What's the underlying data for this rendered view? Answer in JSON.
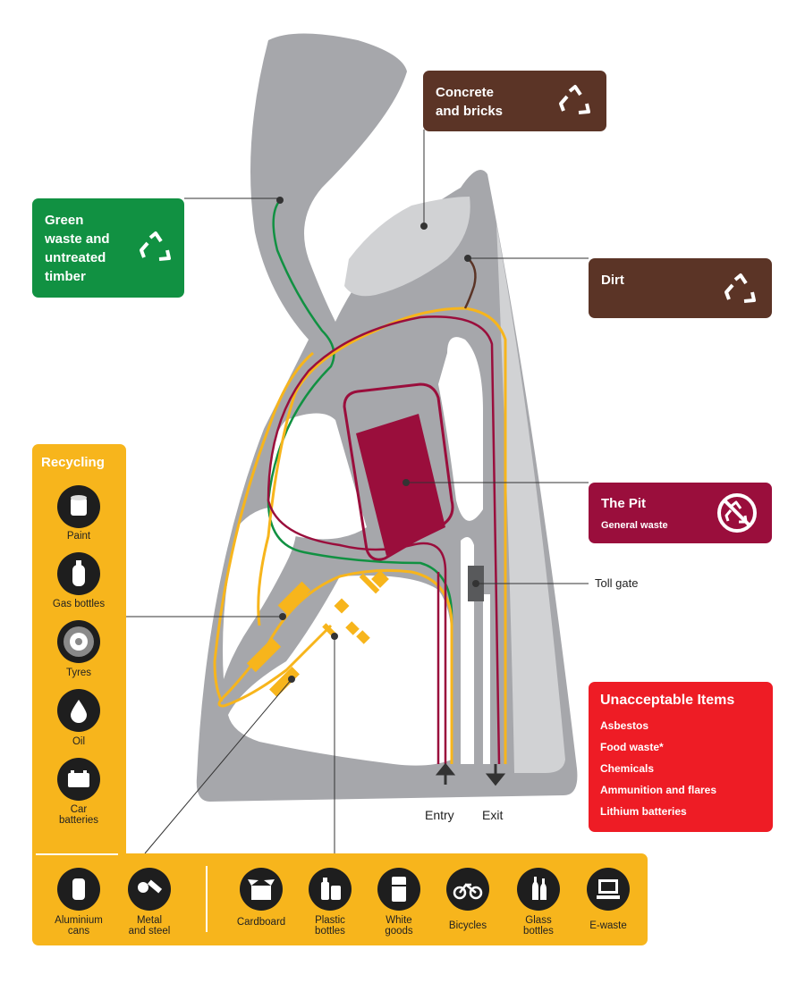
{
  "colors": {
    "road": "#a6a7ab",
    "land": "#d1d2d4",
    "brown": "#5b3426",
    "green": "#119142",
    "pit": "#9a0e3c",
    "yellow": "#f7b51c",
    "red": "#ee1c25"
  },
  "areas": {
    "concrete": {
      "title": "Concrete\nand bricks",
      "icon": "recycle-icon"
    },
    "green_waste": {
      "title": "Green\nwaste and\nuntreated\ntimber",
      "icon": "recycle-icon"
    },
    "dirt": {
      "title": "Dirt",
      "icon": "recycle-icon"
    },
    "pit": {
      "title": "The Pit",
      "subtitle": "General waste",
      "icon": "no-recycle-icon"
    },
    "toll_gate": "Toll gate"
  },
  "recycling": {
    "title": "Recycling",
    "side_items": [
      {
        "label": "Paint",
        "icon": "paint-tin-icon"
      },
      {
        "label": "Gas bottles",
        "icon": "gas-bottle-icon"
      },
      {
        "label": "Tyres",
        "icon": "tyre-icon"
      },
      {
        "label": "Oil",
        "icon": "oil-drop-icon"
      },
      {
        "label": "Car\nbatteries",
        "icon": "car-battery-icon"
      }
    ],
    "bottom_items": [
      {
        "label": "Aluminium\ncans",
        "icon": "aluminium-can-icon"
      },
      {
        "label": "Metal\nand steel",
        "icon": "metal-icon"
      },
      {
        "label": "Cardboard",
        "icon": "cardboard-box-icon"
      },
      {
        "label": "Plastic\nbottles",
        "icon": "plastic-bottle-icon"
      },
      {
        "label": "White\ngoods",
        "icon": "fridge-icon"
      },
      {
        "label": "Bicycles",
        "icon": "bicycle-icon"
      },
      {
        "label": "Glass\nbottles",
        "icon": "glass-bottle-icon"
      },
      {
        "label": "E-waste",
        "icon": "computer-icon"
      }
    ]
  },
  "unacceptable": {
    "title": "Unacceptable Items",
    "items": [
      "Asbestos",
      "Food waste*",
      "Chemicals",
      "Ammunition and flares",
      "Lithium batteries"
    ]
  },
  "directions": {
    "entry": "Entry",
    "exit": "Exit"
  }
}
